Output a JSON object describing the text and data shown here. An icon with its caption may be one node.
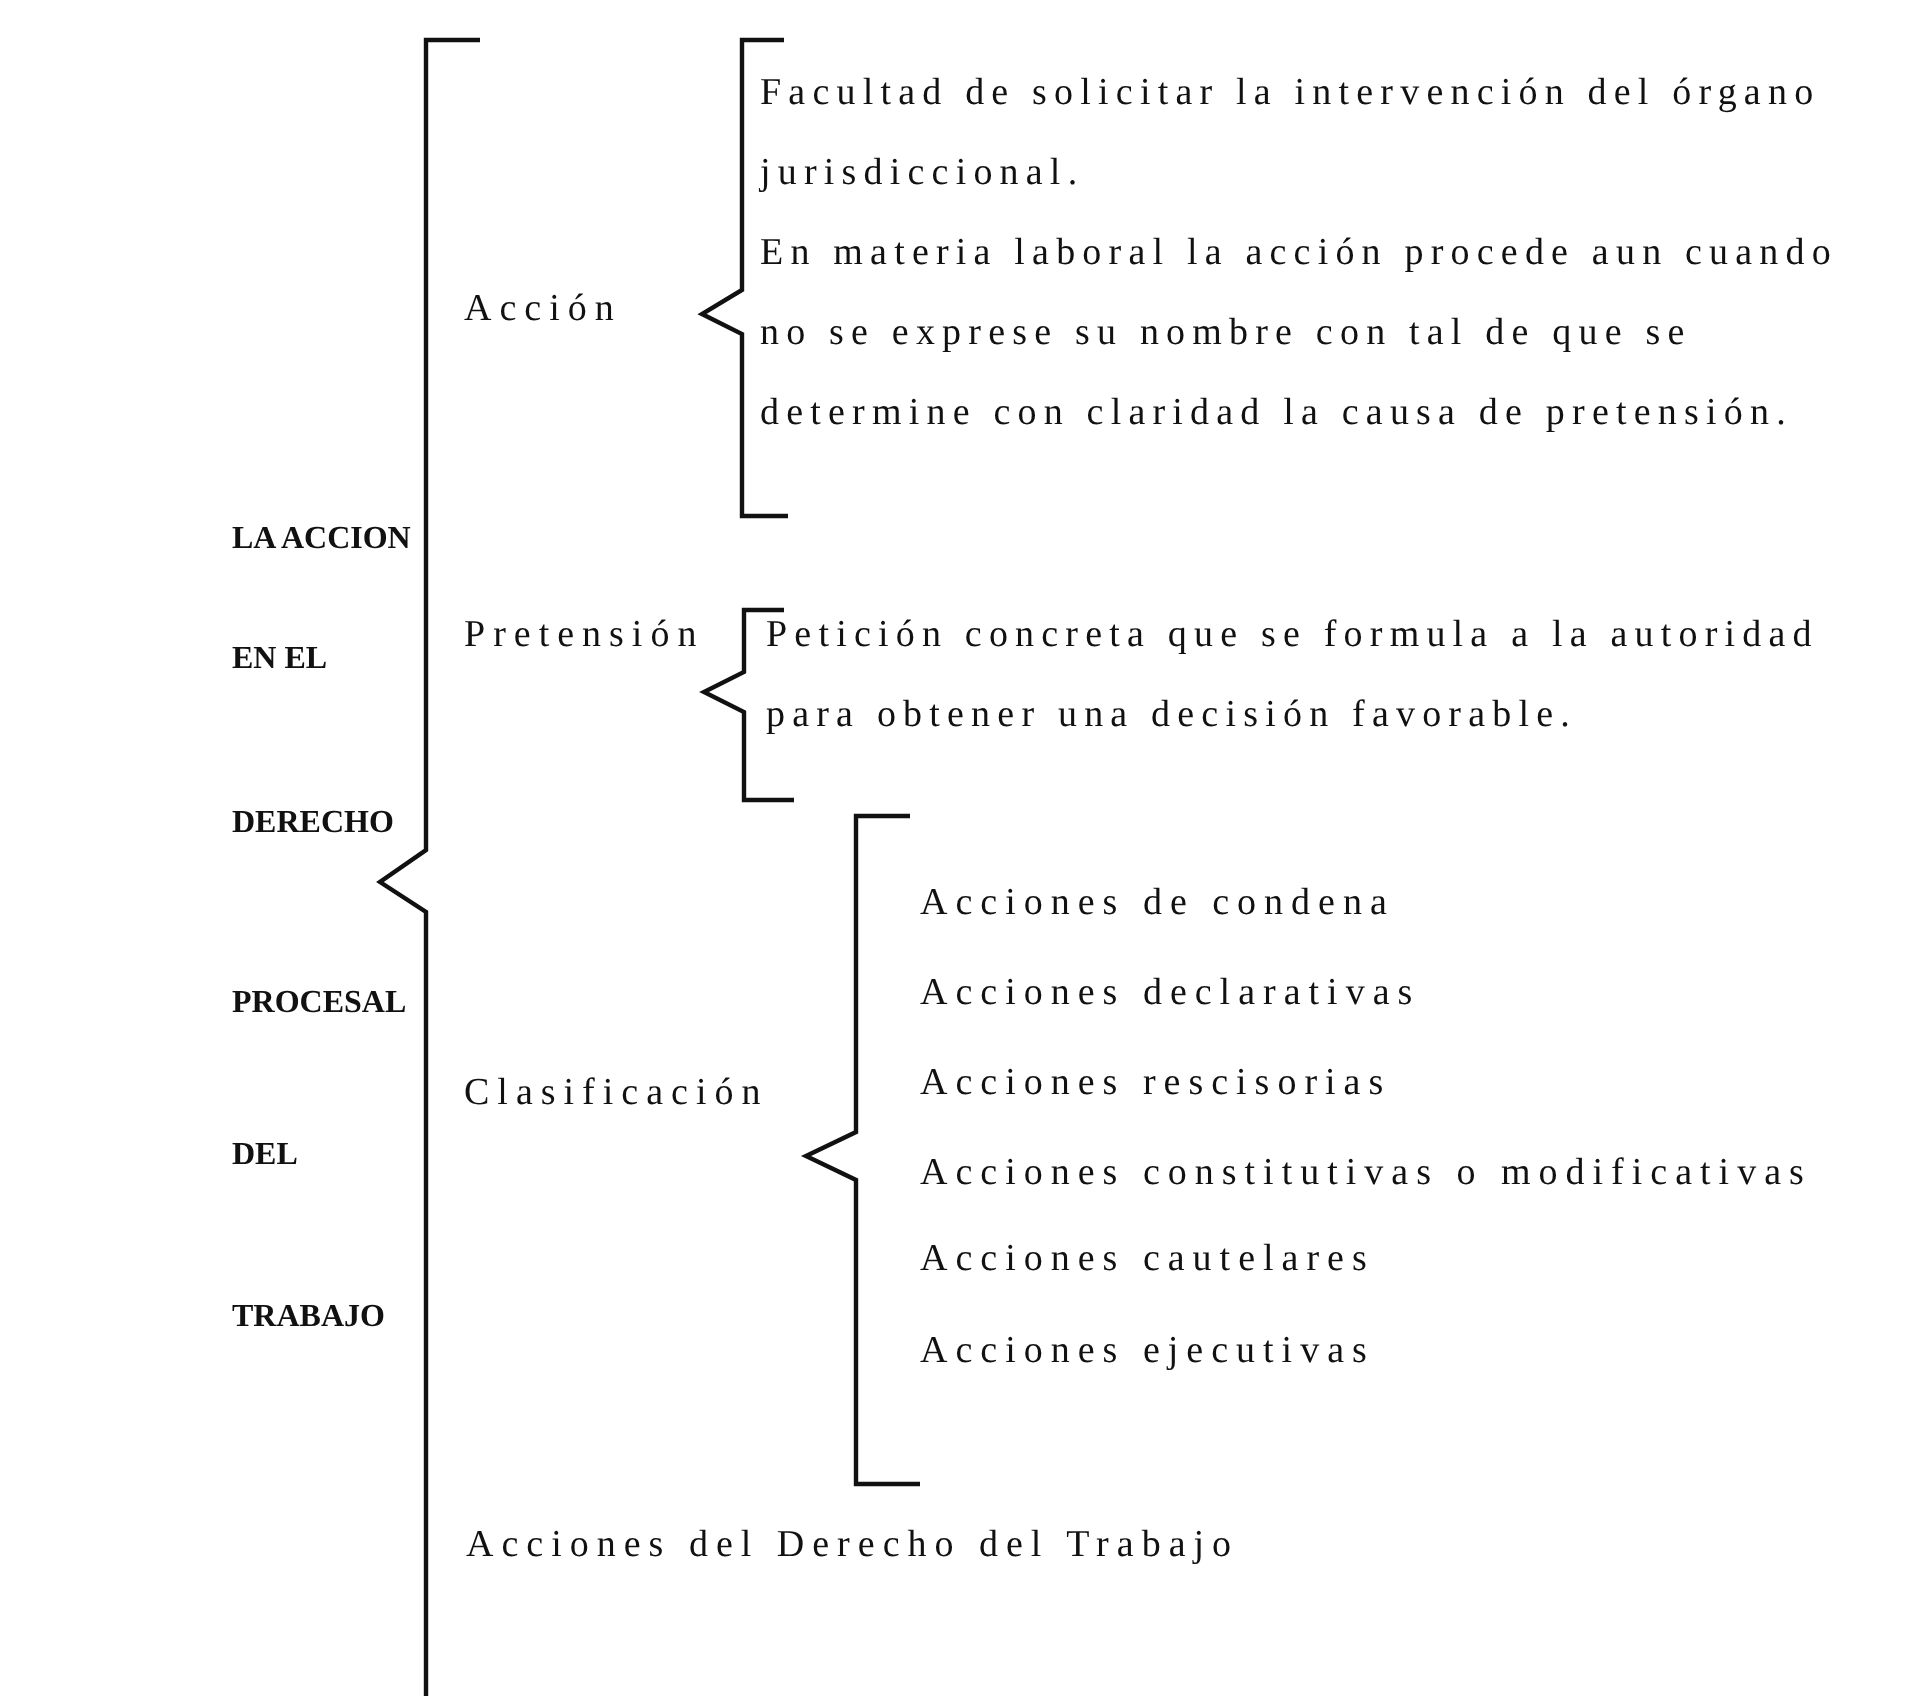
{
  "diagram": {
    "labels": [
      "LA ACCION",
      "EN EL",
      "DERECHO",
      "PROCESAL",
      "DEL",
      "TRABAJO",
      "Acción",
      "Facultad de solicitar la intervención del órgano jurisdiccional.",
      "En materia laboral la acción procede aun cuando no se exprese su nombre con tal de que se determine con claridad la causa de pretensión.",
      "Pretensión",
      "Petición concreta que se formula a la autoridad para obtener una decisión favorable.",
      "Clasificación",
      "Acciones de condena",
      "Acciones declarativas",
      "Acciones rescisorias",
      "Acciones constitutivas o modificativas",
      "Acciones cautelares",
      "Acciones ejecutivas",
      "Acciones del Derecho del Trabajo"
    ]
  }
}
